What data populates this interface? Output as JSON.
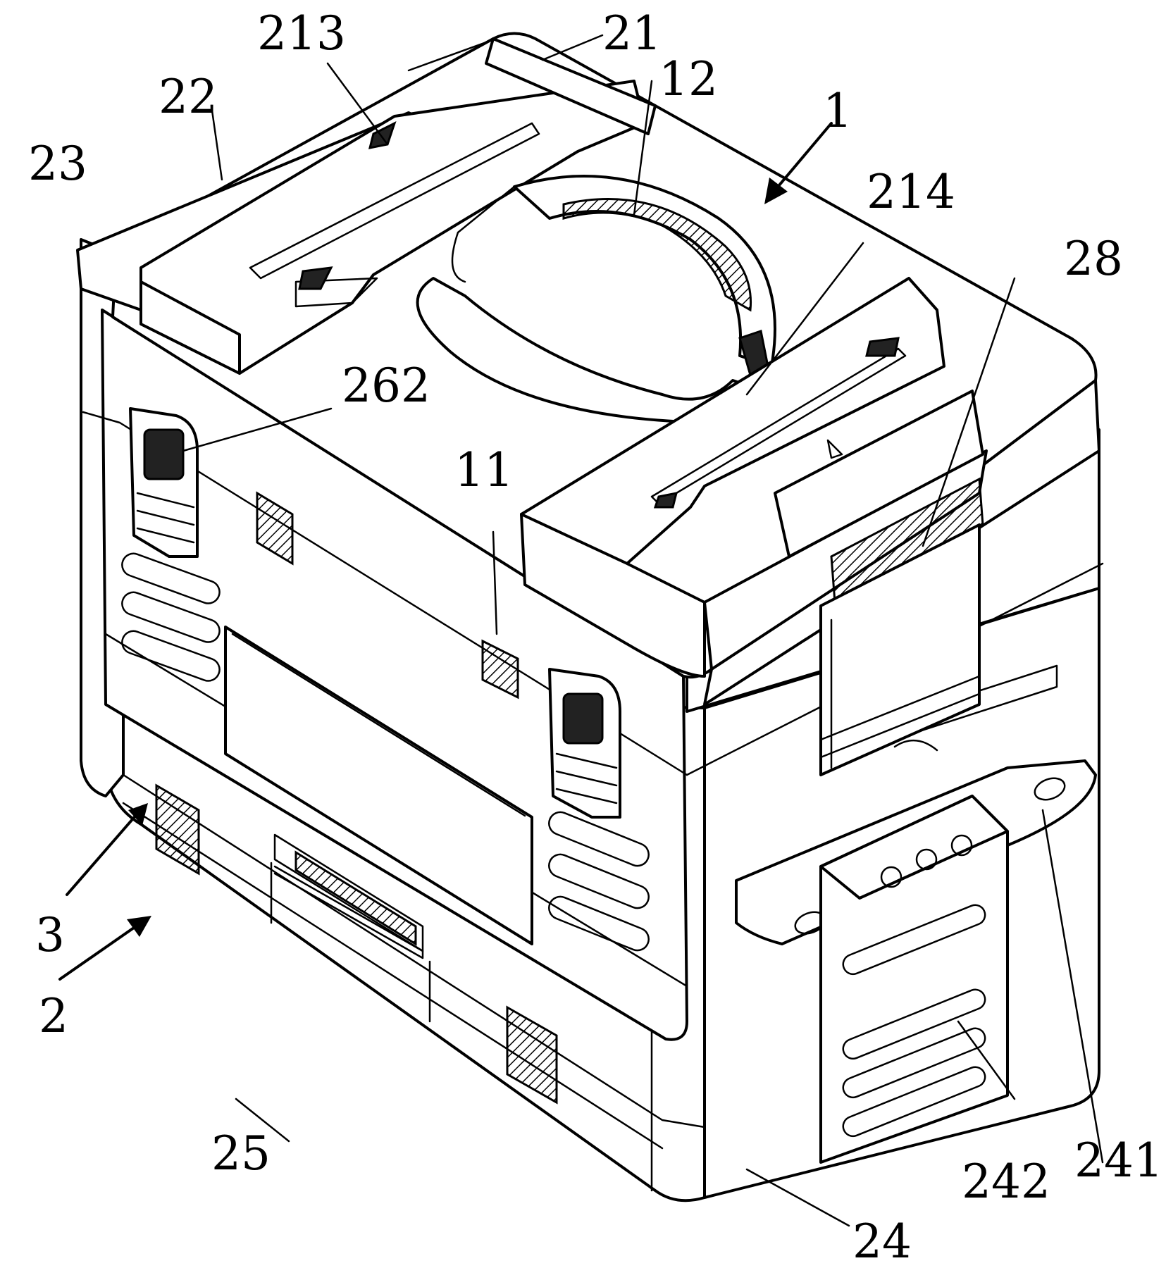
{
  "labels": {
    "l213": "213",
    "l21": "21",
    "l22": "22",
    "l12": "12",
    "l1": "1",
    "l23": "23",
    "l214": "214",
    "l28": "28",
    "l262": "262",
    "l11": "11",
    "l3": "3",
    "l2": "2",
    "l25": "25",
    "l242": "242",
    "l241": "241",
    "l24": "24"
  }
}
